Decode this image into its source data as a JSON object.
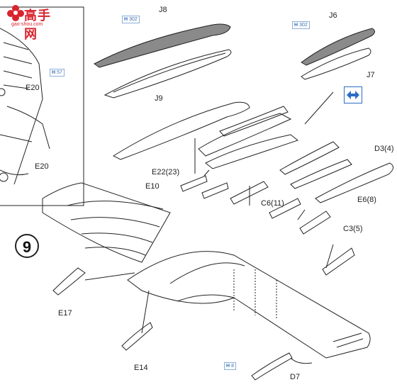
{
  "watermark": {
    "brand": "高手网",
    "url": "gao-shou.com"
  },
  "step_number": "9",
  "labels": {
    "j8": "J8",
    "j9": "J9",
    "j6": "J6",
    "j7": "J7",
    "e20_a": "E20",
    "e20_b": "E20",
    "e22": "E22(23)",
    "e10": "E10",
    "c6": "C6(11)",
    "d3": "D3(4)",
    "e6": "E6(8)",
    "c3": "C3(5)",
    "e17": "E17",
    "e14": "E14",
    "d7": "D7"
  },
  "paint_refs": {
    "h302_a": {
      "code": "H",
      "num": "302"
    },
    "h302_b": {
      "code": "H",
      "num": "302"
    },
    "h57": {
      "code": "H",
      "num": "57"
    },
    "h8": {
      "code": "H",
      "num": "8"
    }
  },
  "colors": {
    "paint_ref": "#3a6fb0",
    "arrow_icon": "#2c6cc4",
    "tank_fill": "#8a8a8a"
  }
}
